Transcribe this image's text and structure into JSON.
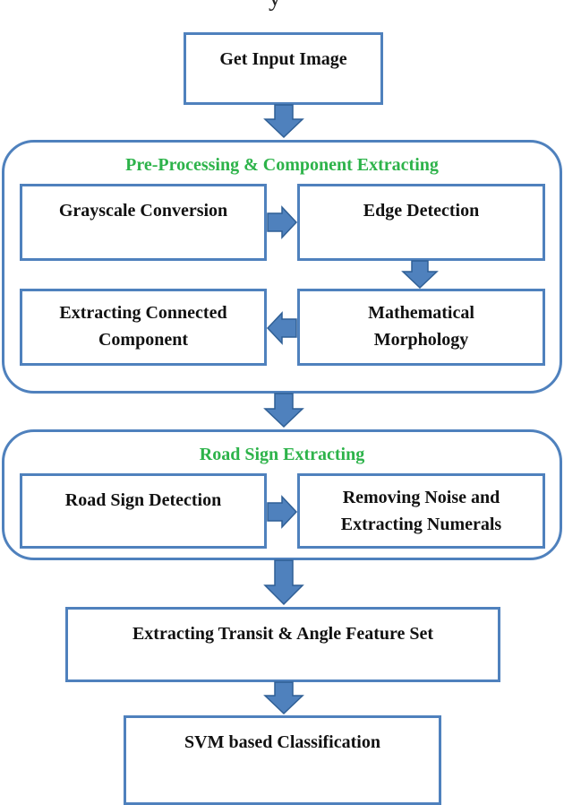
{
  "colors": {
    "border": "#4f81bd",
    "arrow_fill": "#4f81bd",
    "arrow_stroke": "#2f5f95",
    "group_title": "#2db34a"
  },
  "nodes": {
    "get_input_image": "Get Input Image",
    "grayscale_conversion": "Grayscale Conversion",
    "edge_detection": "Edge Detection",
    "extracting_connected_component": "Extracting Connected Component",
    "mathematical_morphology": "Mathematical Morphology",
    "road_sign_detection": "Road Sign Detection",
    "removing_noise": "Removing Noise and Extracting Numerals",
    "extracting_feature_set": "Extracting Transit & Angle Feature Set",
    "svm_classification": "SVM based Classification"
  },
  "groups": {
    "preprocessing": "Pre-Processing & Component Extracting",
    "road_sign_extracting": "Road Sign Extracting"
  },
  "edges": [
    {
      "from": "get_input_image",
      "to": "preprocessing"
    },
    {
      "from": "grayscale_conversion",
      "to": "edge_detection"
    },
    {
      "from": "edge_detection",
      "to": "mathematical_morphology"
    },
    {
      "from": "mathematical_morphology",
      "to": "extracting_connected_component"
    },
    {
      "from": "preprocessing",
      "to": "road_sign_extracting"
    },
    {
      "from": "road_sign_detection",
      "to": "removing_noise"
    },
    {
      "from": "road_sign_extracting",
      "to": "extracting_feature_set"
    },
    {
      "from": "extracting_feature_set",
      "to": "svm_classification"
    }
  ]
}
